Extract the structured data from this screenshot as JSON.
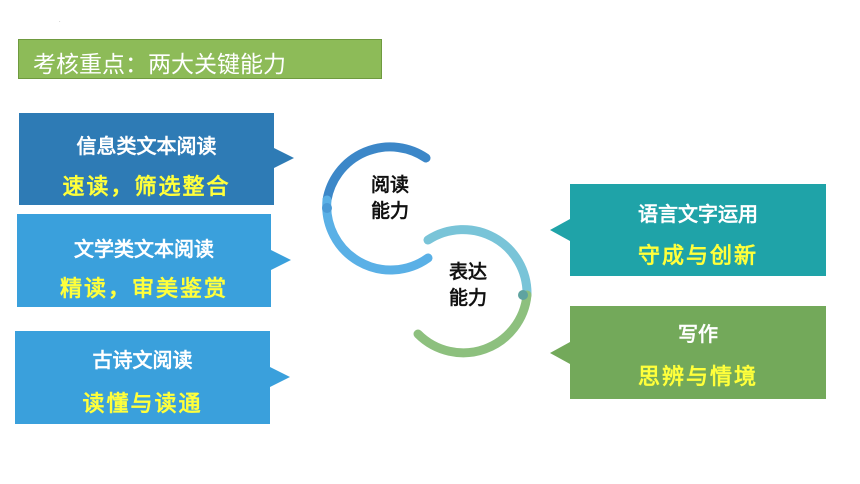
{
  "title": "考核重点：两大关键能力",
  "left_cards": [
    {
      "heading": "信息类文本阅读",
      "sub": "速读，筛选整合",
      "color": "#2e7bb5"
    },
    {
      "heading": "文学类文本阅读",
      "sub": "精读，审美鉴赏",
      "color": "#3aa0dc"
    },
    {
      "heading": "古诗文阅读",
      "sub": "读懂与读通",
      "color": "#3aa0dc"
    }
  ],
  "center": {
    "reading_label": "阅读\n能力",
    "expression_label": "表达\n能力",
    "ring_colors": [
      "#3c87c8",
      "#5ab0e6",
      "#79c4d8",
      "#8dc07e"
    ]
  },
  "right_cards": [
    {
      "heading": "语言文字运用",
      "sub": "守成与创新",
      "color": "#1fa3a8"
    },
    {
      "heading": "写作",
      "sub": "思辨与情境",
      "color": "#73a95a"
    }
  ]
}
